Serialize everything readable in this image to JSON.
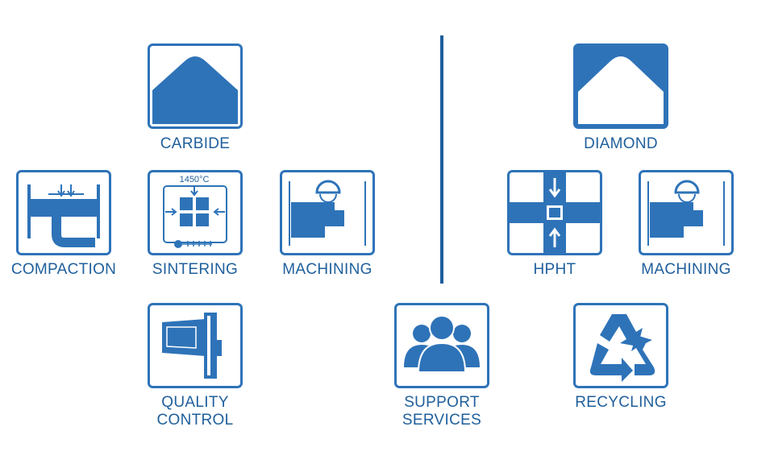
{
  "colors": {
    "primary": "#2e73b8",
    "label": "#1f5f9c",
    "stroke": "#2e73b8",
    "background": "#ffffff"
  },
  "carbide": {
    "header_label": "CARBIDE",
    "steps": {
      "compaction": "COMPACTION",
      "sintering": "SINTERING",
      "sintering_temp": "1450°C",
      "machining": "MACHINING",
      "quality_line1": "QUALITY",
      "quality_line2": "CONTROL"
    }
  },
  "diamond": {
    "header_label": "DIAMOND",
    "steps": {
      "hpht": "HPHT",
      "machining": "MACHINING",
      "recycling": "RECYCLING"
    }
  },
  "support": {
    "line1": "SUPPORT",
    "line2": "SERVICES"
  },
  "icons": [
    "carbide-icon",
    "compaction-icon",
    "sintering-icon",
    "machining-icon",
    "quality-control-icon",
    "diamond-icon",
    "hpht-icon",
    "support-services-icon",
    "recycling-icon"
  ]
}
